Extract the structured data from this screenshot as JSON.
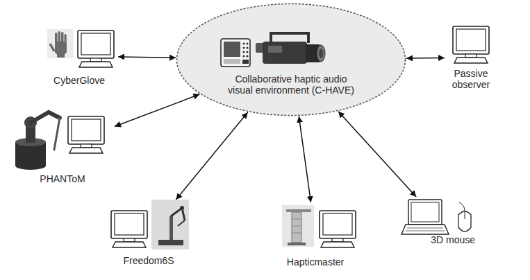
{
  "diagram": {
    "nodes": [
      {
        "text": [
          "CyberGlove"
        ]
      },
      {
        "text": [
          "Collaborative haptic audio visual environment (C-HAVE)"
        ]
      },
      {
        "text": [
          "Passive observer"
        ]
      },
      {
        "text": [
          "PHANToM"
        ]
      },
      {
        "text": [
          "3D mouse"
        ]
      },
      {
        "text": [
          "Freedom6S"
        ]
      },
      {
        "text": [
          "Hapticmaster"
        ]
      }
    ],
    "edges": [
      {
        "from": 0,
        "to": 1,
        "arrow": "both"
      },
      {
        "from": 2,
        "to": 1,
        "arrow": "both"
      },
      {
        "from": 3,
        "to": 1,
        "arrow": "both"
      },
      {
        "from": 4,
        "to": 1,
        "arrow": "both"
      },
      {
        "from": 5,
        "to": 1,
        "arrow": "both"
      },
      {
        "from": 6,
        "to": 1,
        "arrow": "both"
      }
    ]
  }
}
